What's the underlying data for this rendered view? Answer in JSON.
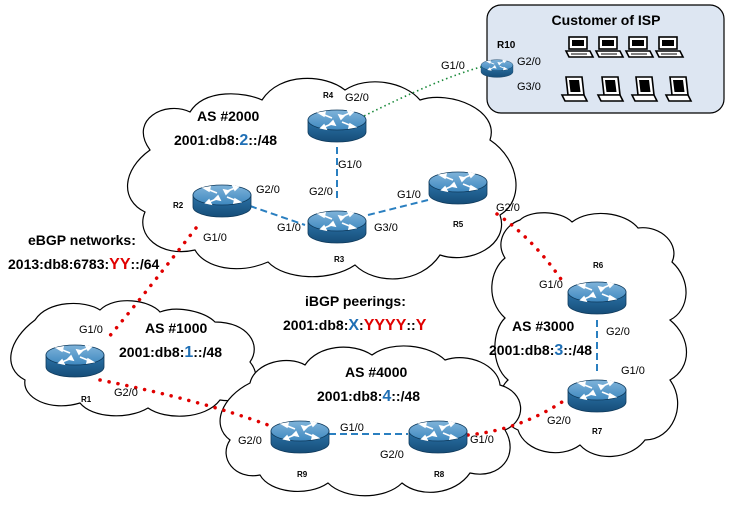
{
  "customer": {
    "title": "Customer of ISP"
  },
  "routers": {
    "r1": "R1",
    "r2": "R2",
    "r3": "R3",
    "r4": "R4",
    "r5": "R5",
    "r6": "R6",
    "r7": "R7",
    "r8": "R8",
    "r9": "R9",
    "r10": "R10"
  },
  "as2000": {
    "title": "AS #2000",
    "prefix_a": "2001:db8:",
    "prefix_num": "2",
    "prefix_b": "::/48"
  },
  "as1000": {
    "title": "AS #1000",
    "prefix_a": "2001:db8:",
    "prefix_num": "1",
    "prefix_b": "::/48"
  },
  "as3000": {
    "title": "AS #3000",
    "prefix_a": "2001:db8:",
    "prefix_num": "3",
    "prefix_b": "::/48"
  },
  "as4000": {
    "title": "AS #4000",
    "prefix_a": "2001:db8:",
    "prefix_num": "4",
    "prefix_b": "::/48"
  },
  "ebgp": {
    "title": "eBGP networks:",
    "prefix_a": "2013:db8:6783:",
    "prefix_var": "YY",
    "prefix_b": "::/64"
  },
  "ibgp": {
    "title": "iBGP peerings:",
    "p1": "2001:db8:",
    "p2": "X",
    "p3": ":",
    "p4": "YYYY",
    "p5": "::",
    "p6": "Y"
  },
  "ifaces": {
    "r10_g10": "G1/0",
    "r10_g20": "G2/0",
    "r10_g30": "G3/0",
    "r4_g20": "G2/0",
    "r4_g10": "G1/0",
    "r2_g20": "G2/0",
    "r2_g10": "G1/0",
    "r3_g20": "G2/0",
    "r3_g10": "G1/0",
    "r3_g30": "G3/0",
    "r5_g10": "G1/0",
    "r5_g20": "G2/0",
    "r6_g10": "G1/0",
    "r6_g20": "G2/0",
    "r7_g10": "G1/0",
    "r7_g20": "G2/0",
    "r1_g10": "G1/0",
    "r1_g20": "G2/0",
    "r9_g20": "G2/0",
    "r9_g10": "G1/0",
    "r8_g20": "G2/0",
    "r8_g10": "G1/0"
  },
  "colors": {
    "ebgp_link": "#e00000",
    "ibgp_link": "#2a7fc0",
    "customer_link": "#1a8a3a",
    "router_body": "#2b73a8",
    "customer_box": "#dde6f2"
  },
  "icons": {
    "router": "router-icon",
    "pc": "computer-icon",
    "laptop": "laptop-icon"
  }
}
